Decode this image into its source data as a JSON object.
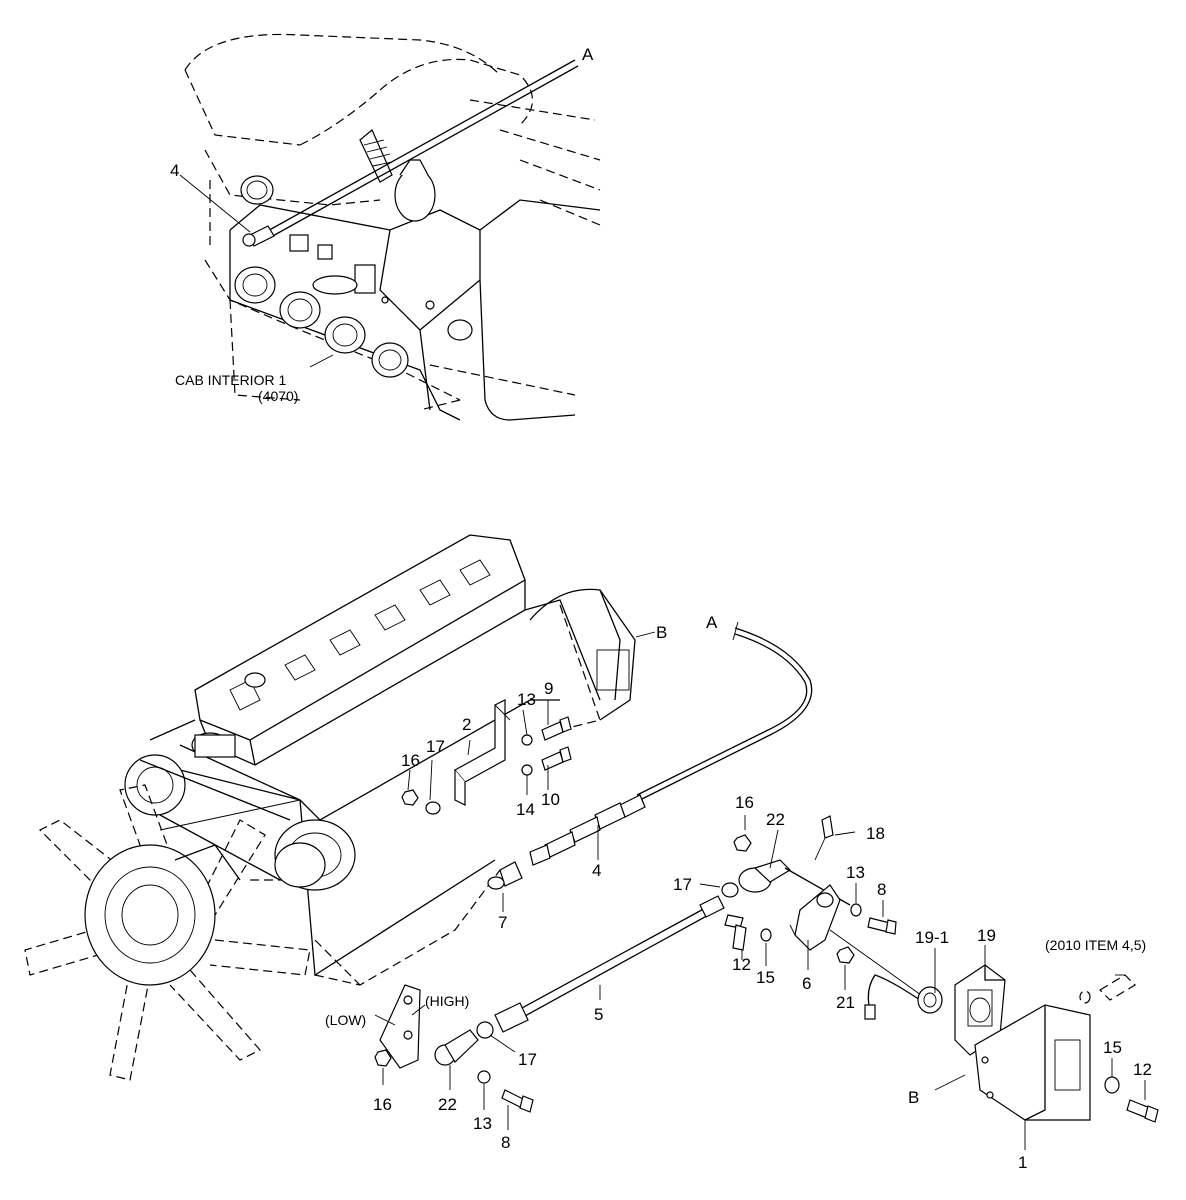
{
  "callouts": {
    "inset_a": "A",
    "inset_4": "4",
    "cab_interior_1": "CAB INTERIOR 1",
    "cab_interior_code": "(4070)",
    "main_a": "A",
    "main_b_engine": "B",
    "main_b_plate": "B",
    "p1": "1",
    "p2": "2",
    "p4": "4",
    "p5": "5",
    "p6": "6",
    "p7": "7",
    "p8_upper": "8",
    "p8_lower": "8",
    "p9": "9",
    "p10": "10",
    "p12_left": "12",
    "p12_right": "12",
    "p13_upper": "13",
    "p13_mid": "13",
    "p13_lower": "13",
    "p14": "14",
    "p15_left": "15",
    "p15_right": "15",
    "p16_upper_left": "16",
    "p16_mid": "16",
    "p16_lower": "16",
    "p17_upper": "17",
    "p17_mid": "17",
    "p17_lower": "17",
    "p18": "18",
    "p19": "19",
    "p19_1": "19-1",
    "p21": "21",
    "p22_upper": "22",
    "p22_lower": "22",
    "note_2010": "(2010 ITEM 4,5)",
    "low": "(LOW)",
    "high": "(HIGH)"
  }
}
